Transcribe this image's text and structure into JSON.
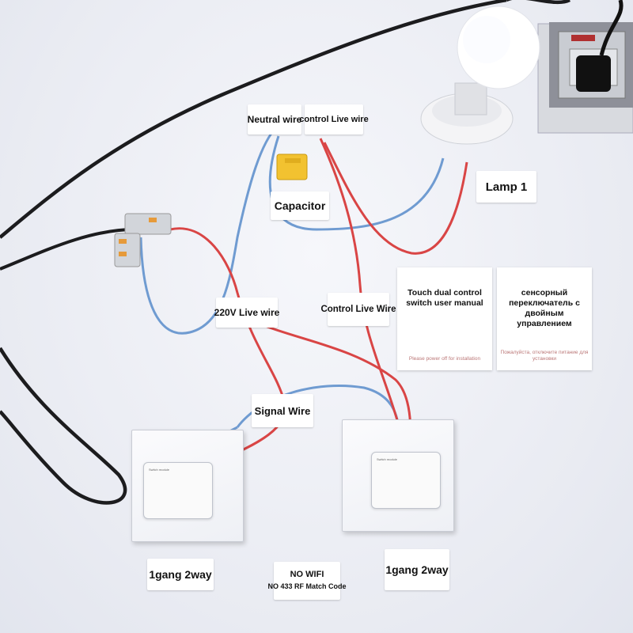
{
  "labels": {
    "neutral_wire": "Neutral wire",
    "control_live_top": "control Live wire",
    "capacitor": "Capacitor",
    "lamp": "Lamp 1",
    "live_220v": "220V Live wire",
    "control_live_mid": "Control Live Wire",
    "signal_wire": "Signal Wire",
    "gang_left": "1gang 2way",
    "gang_right": "1gang 2way",
    "no_wifi_line1": "NO WIFI",
    "no_wifi_line2": "NO 433 RF Match Code"
  },
  "manual_en": {
    "title": "Touch dual control switch user manual",
    "footer": "Please power off for installation"
  },
  "manual_ru": {
    "title": "сенсорный переключатель с двойным управлением",
    "footer": "Пожалуйста, отключите питание для установки"
  },
  "colors": {
    "background": "#eef0f6",
    "black_cable": "#1c1c1e",
    "red_wire": "#d94545",
    "blue_wire": "#6f9bd1",
    "capacitor": "#f2c230"
  }
}
